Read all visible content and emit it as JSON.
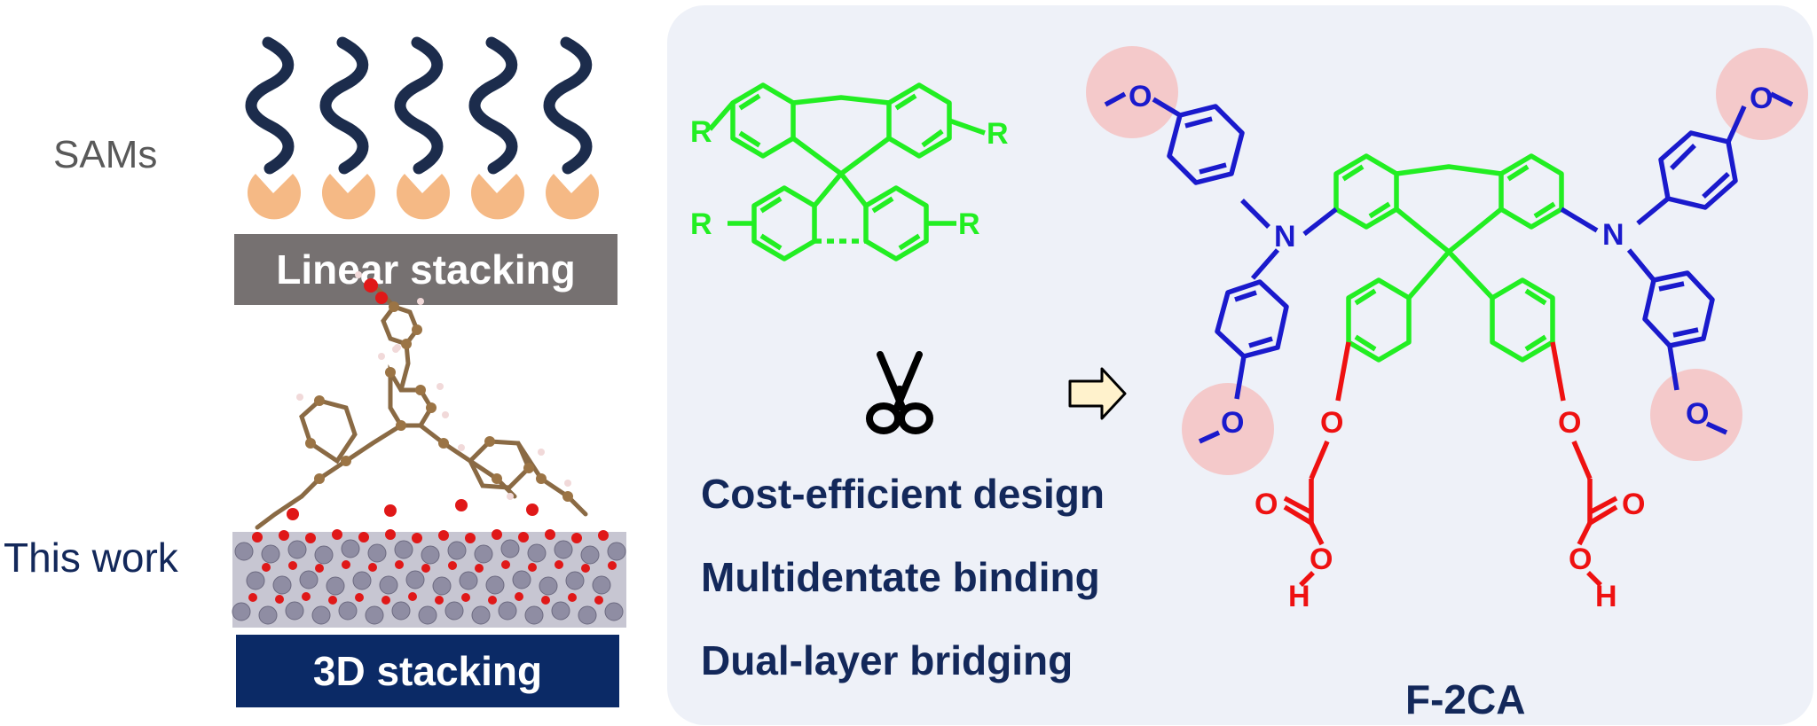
{
  "left": {
    "sams_label": "SAMs",
    "linear_bar": "Linear stacking",
    "this_work_label": "This work",
    "stacking_bar": "3D stacking"
  },
  "features": [
    "Cost-efficient design",
    "Multidentate binding",
    "Dual-layer bridging"
  ],
  "compound_name": "F-2CA",
  "atoms": {
    "r": "R",
    "n": "N",
    "o": "O",
    "h": "H"
  },
  "colors": {
    "fluorene": "#22ee22",
    "amine": "#1a1acc",
    "carboxyl": "#ee1111",
    "navy": "#13285a",
    "chain": "#1c2c4c",
    "anchor": "#f5b985",
    "panel": "#eef1f8",
    "highlight": "#f5c2c2"
  },
  "icons": [
    "scissors-icon",
    "arrow-right-icon"
  ]
}
